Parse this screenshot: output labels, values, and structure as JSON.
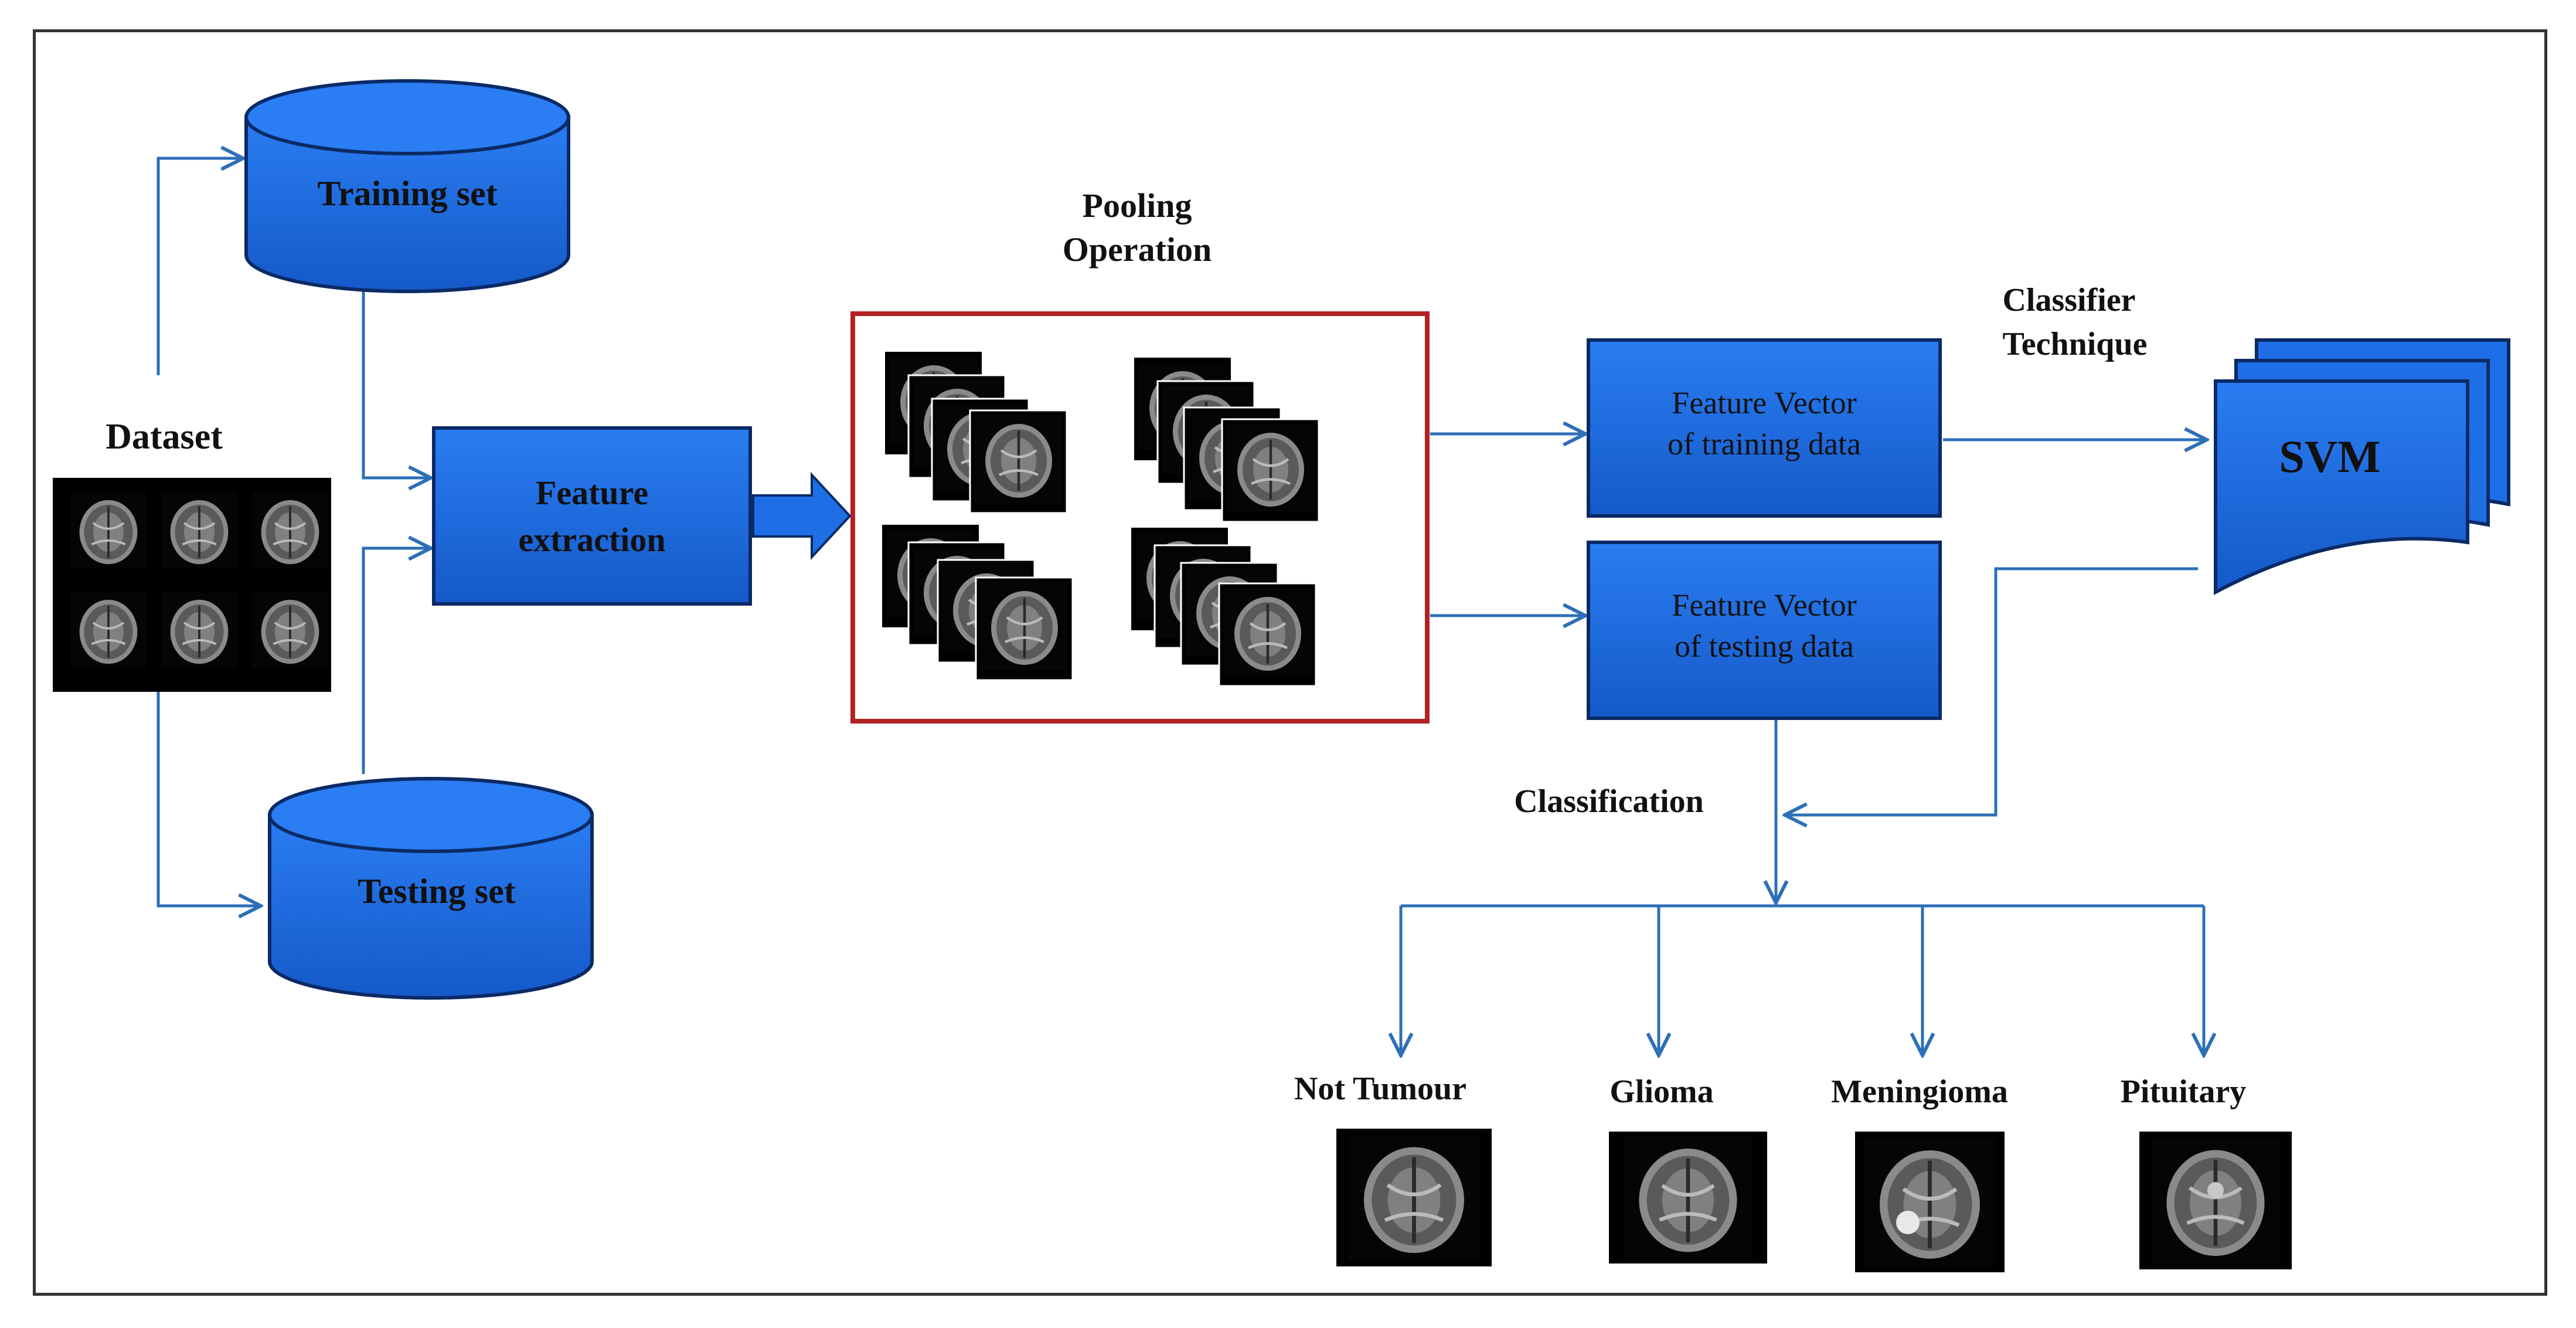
{
  "labels": {
    "training_set": "Training set",
    "testing_set": "Testing set",
    "dataset": "Dataset",
    "feature_extraction_1": "Feature",
    "feature_extraction_2": "extraction",
    "pooling_1": "Pooling",
    "pooling_2": "Operation",
    "fv_train_1": "Feature Vector",
    "fv_train_2": "of training data",
    "fv_test_1": "Feature Vector",
    "fv_test_2": "of testing data",
    "classifier_1": "Classifier",
    "classifier_2": "Technique",
    "svm": "SVM",
    "classification": "Classification",
    "class_not_tumour": "Not Tumour",
    "class_glioma": "Glioma",
    "class_meningioma": "Meningioma",
    "class_pituitary": "Pituitary"
  },
  "colors": {
    "node_fill": "#1e6fe6",
    "node_stroke": "#0a2a66",
    "arrow": "#2d6fb8",
    "pooling_border": "#b22222",
    "text": "#111111"
  }
}
